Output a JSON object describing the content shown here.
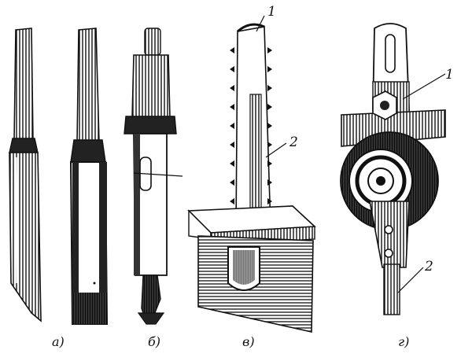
{
  "captions": {
    "a": "а)",
    "b": "б)",
    "v": "в)",
    "g": "г)"
  },
  "callouts": {
    "chain_top": "1",
    "chain_bar": "2",
    "device_top": "1",
    "device_bottom": "2"
  }
}
